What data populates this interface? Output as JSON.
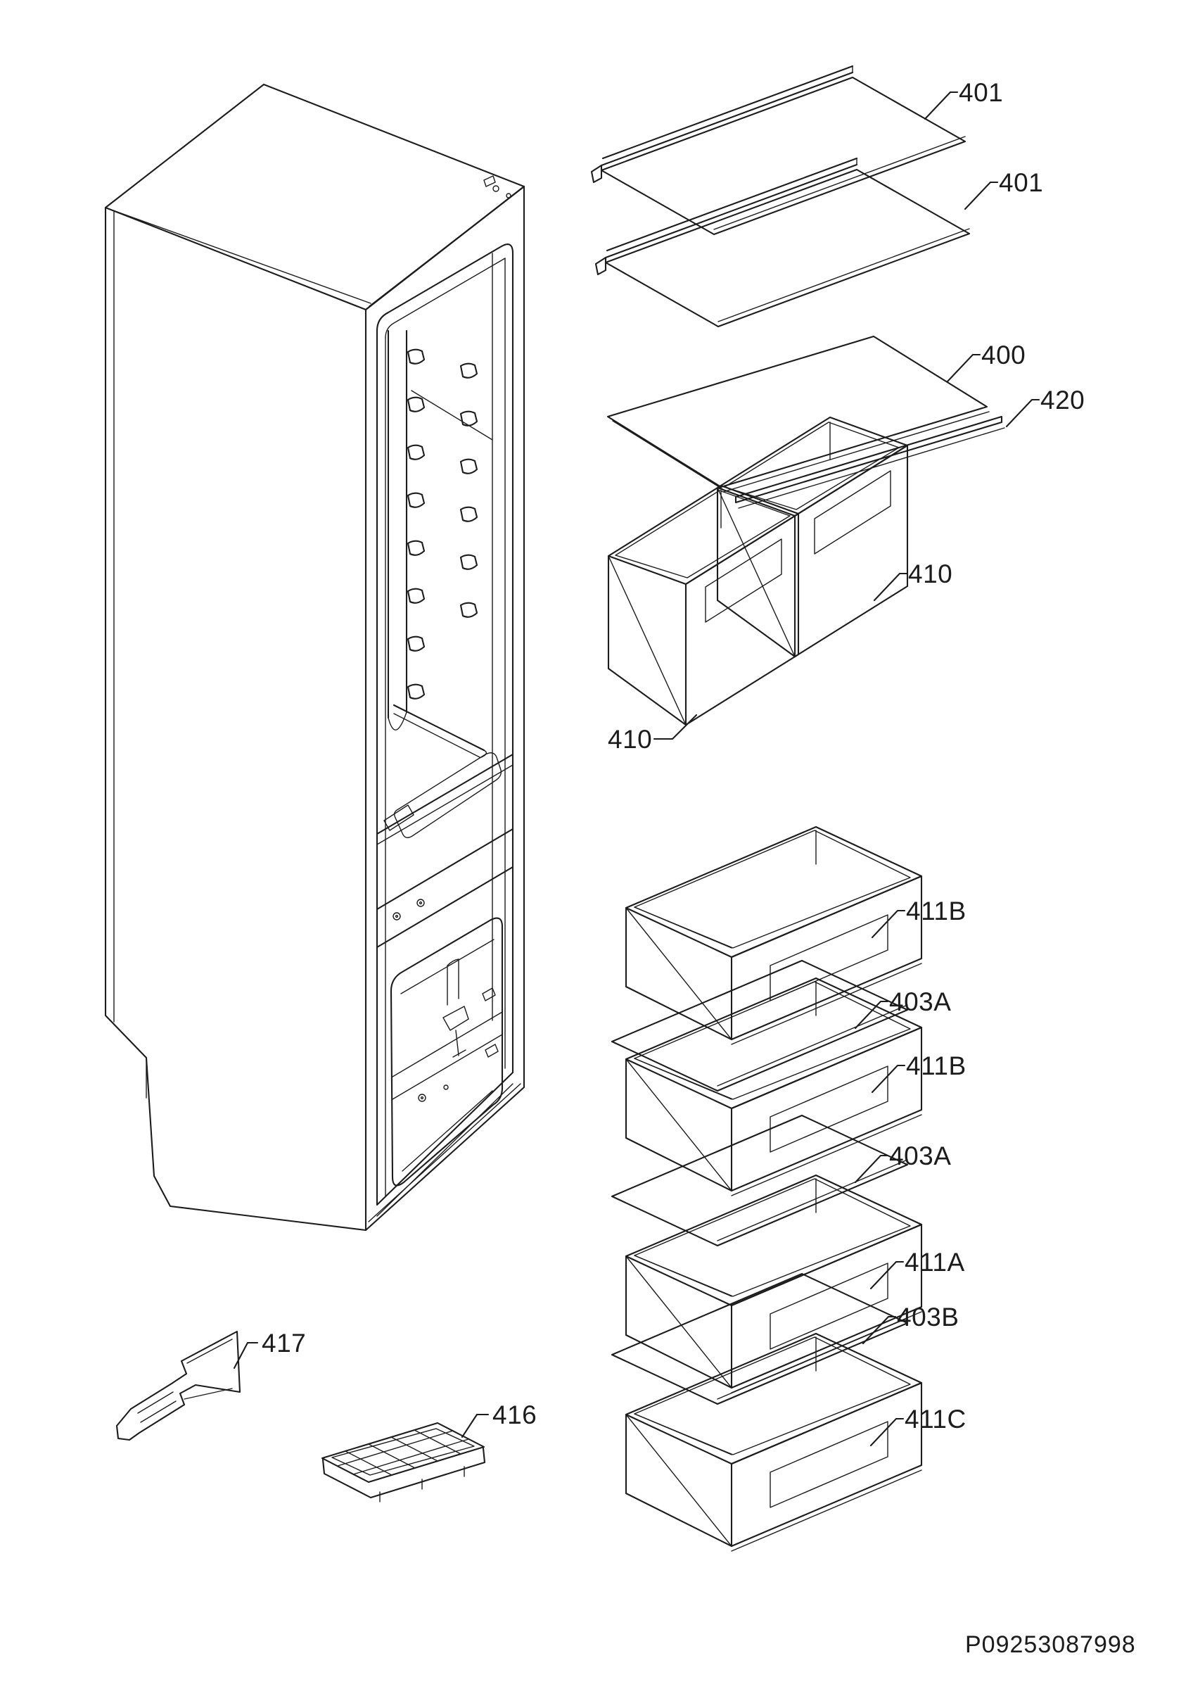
{
  "diagram": {
    "part_code": "P09253087998",
    "line_color": "#1c1c1c",
    "background_color": "#ffffff",
    "callouts": [
      {
        "id": "shelf-401-upper",
        "label": "401"
      },
      {
        "id": "shelf-401-lower",
        "label": "401"
      },
      {
        "id": "glass-shelf-400",
        "label": "400"
      },
      {
        "id": "shelf-trim-420",
        "label": "420"
      },
      {
        "id": "crisper-drawer-410-right",
        "label": "410"
      },
      {
        "id": "freezer-drawer-411B-upper",
        "label": "411B"
      },
      {
        "id": "freezer-glass-403A-upper",
        "label": "403A"
      },
      {
        "id": "freezer-drawer-411B-lower",
        "label": "411B"
      },
      {
        "id": "freezer-glass-403A-lower",
        "label": "403A"
      },
      {
        "id": "freezer-drawer-411A",
        "label": "411A"
      },
      {
        "id": "freezer-glass-403B",
        "label": "403B"
      },
      {
        "id": "freezer-drawer-411C",
        "label": "411C"
      },
      {
        "id": "crisper-drawer-410-left",
        "label": "410"
      },
      {
        "id": "ice-scraper-417",
        "label": "417"
      },
      {
        "id": "ice-cube-tray-416",
        "label": "416"
      }
    ]
  }
}
